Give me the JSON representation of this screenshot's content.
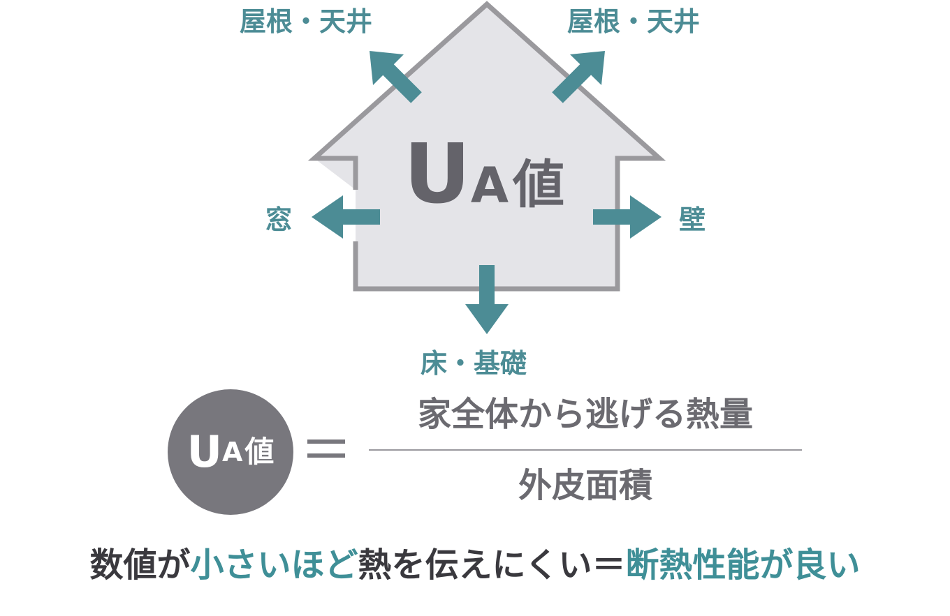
{
  "diagram": {
    "house_label": {
      "u": "U",
      "a": "A",
      "kanji": "値"
    },
    "arrows": {
      "roof_left": "屋根・天井",
      "roof_right": "屋根・天井",
      "window": "窓",
      "wall": "壁",
      "floor": "床・基礎"
    }
  },
  "formula": {
    "lhs": {
      "u": "U",
      "a": "A",
      "kanji": "値"
    },
    "numerator": "家全体から逃げる熱量",
    "denominator": "外皮面積"
  },
  "conclusion": {
    "part1": "数値が",
    "part2": "小さいほど",
    "part3": "熱を伝えにくい＝",
    "part4": "断熱性能が良い"
  },
  "colors": {
    "accent": "#4c8c95",
    "house_fill": "#e4e4e8",
    "house_stroke": "#9a999d",
    "circle": "#78777d",
    "text_gray": "#6b6a70"
  }
}
